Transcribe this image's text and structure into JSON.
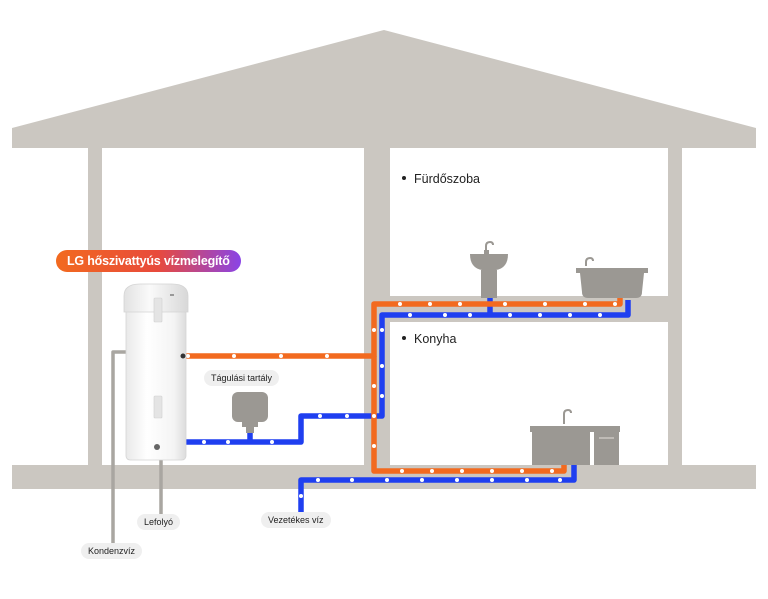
{
  "title": "LG hőszivattyús vízmelegítő",
  "rooms": {
    "bathroom": "Fürdőszoba",
    "kitchen": "Konyha"
  },
  "labels": {
    "expansion_tank": "Tágulási tartály",
    "drain": "Lefolyó",
    "mains_water": "Vezetékes víz",
    "condensate": "Kondenzvíz"
  },
  "colors": {
    "house": "#cbc7c1",
    "hot_pipe": "#f26a1f",
    "cold_pipe": "#1f3ff0",
    "fixture": "#9b9893",
    "drain_pipe": "#a9a6a1"
  },
  "icons": {
    "tank": "heat-pump-water-heater-icon",
    "expansion": "expansion-tank-icon",
    "sink": "washbasin-icon",
    "tub": "bathtub-icon",
    "kitchen": "kitchen-sink-icon"
  }
}
